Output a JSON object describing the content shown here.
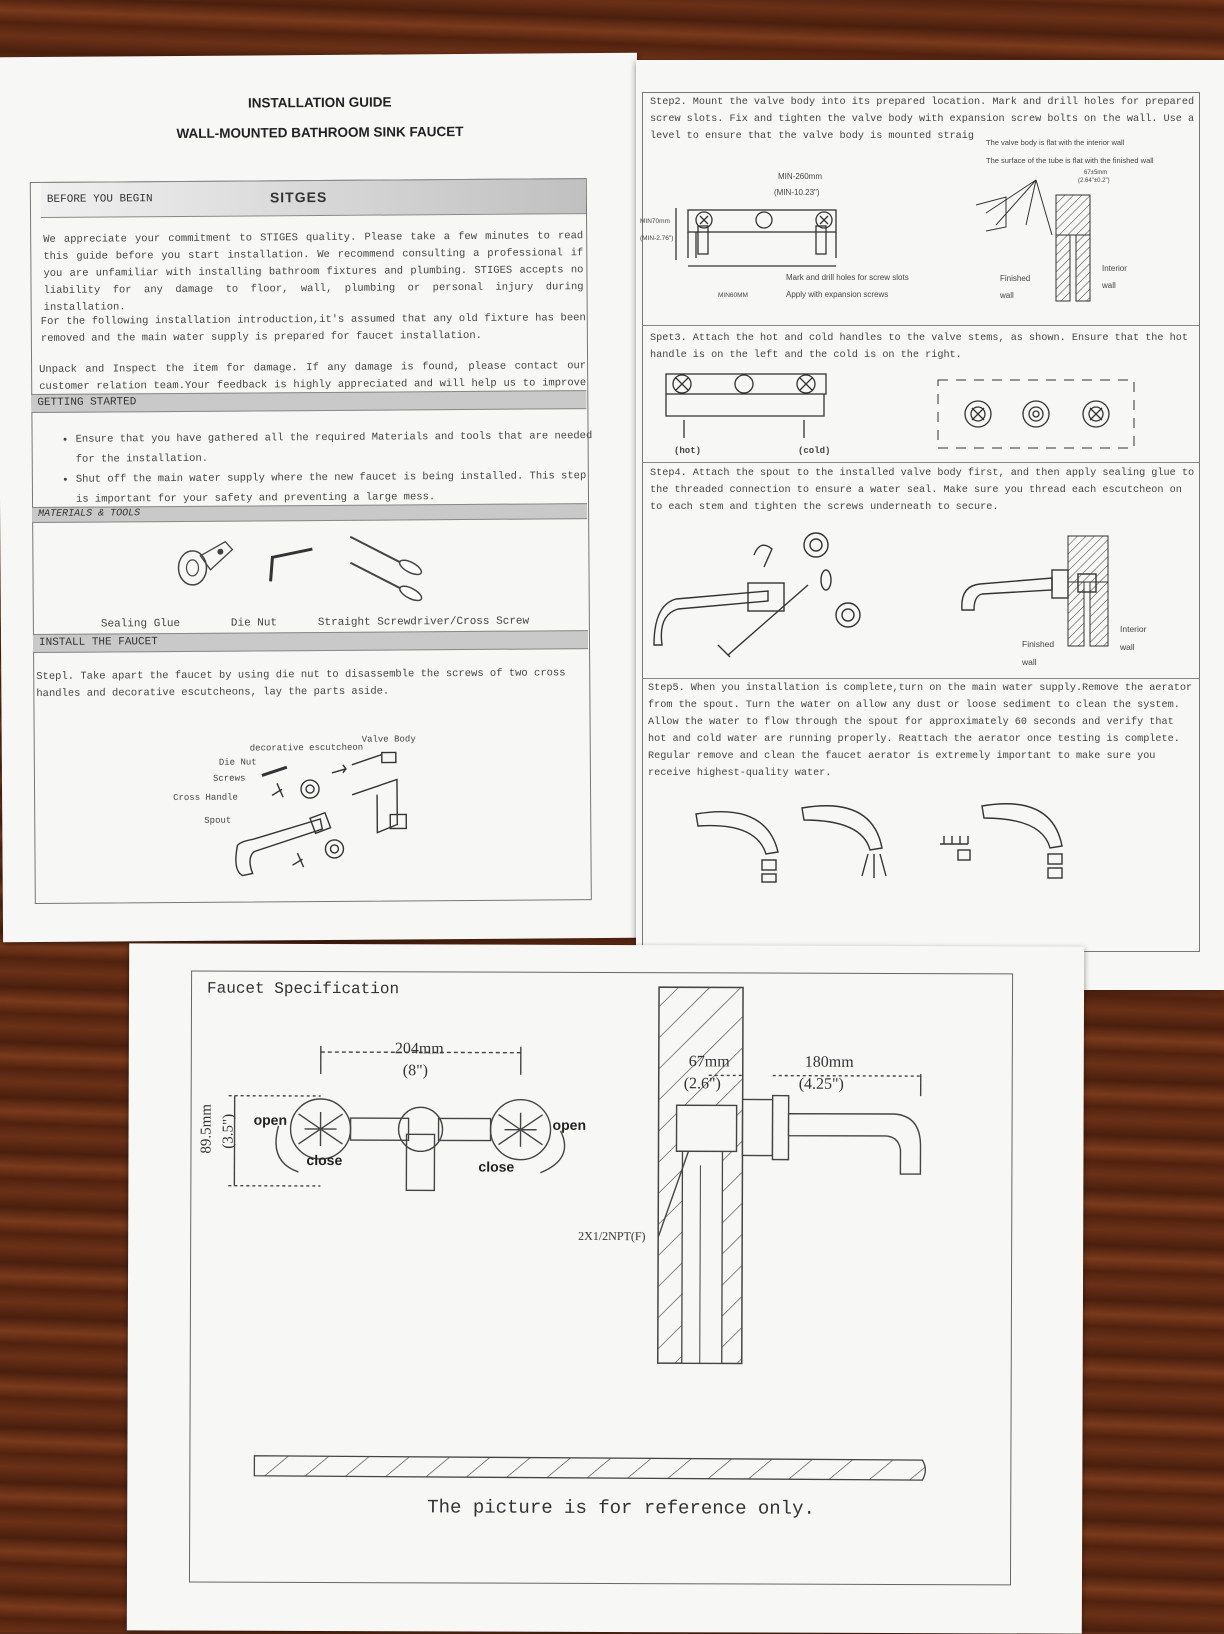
{
  "left_sheet": {
    "title": "INSTALLATION GUIDE",
    "subtitle": "WALL-MOUNTED BATHROOM SINK FAUCET",
    "brand": "SITGES",
    "before_header": "BEFORE YOU BEGIN",
    "before_p1": "We appreciate your commitment to STIGES quality. Please take a few minutes to read this guide before you start installation. We recommend consulting a professional if you are unfamiliar with installing bathroom fixtures and plumbing. STIGES accepts no liability for any damage to floor, wall, plumbing or personal injury during installation.",
    "before_p2": "For the following installation introduction,it's assumed that any old fixture has been removed and the main water supply is prepared for faucet installation.",
    "before_p3": "Unpack and Inspect the item for damage. If any damage is found, please contact our customer relation team.Your feedback is highly appreciated and will help us to improve our products.",
    "getting_header": "GETTING STARTED",
    "getting_items": [
      "Ensure that you have gathered all the required Materials and tools that are needed for the installation.",
      "Shut off the main water supply where the new faucet is being installed. This step is important for your safety and preventing a large mess."
    ],
    "materials_header": "MATERIALS & TOOLS",
    "tool_1": "Sealing Glue",
    "tool_2": "Die Nut",
    "tool_3": "Straight Screwdriver/Cross Screw",
    "install_header": "INSTALL THE FAUCET",
    "step1": "Stepl. Take apart the faucet by using die nut to disassemble the screws of two cross handles and decorative escutcheons, lay the parts aside.",
    "part_labels": {
      "escutcheon": "decorative escutcheon",
      "valve": "Valve Body",
      "dienut": "Die Nut",
      "screws": "Screws",
      "handle": "Cross Handle",
      "spout": "Spout"
    }
  },
  "right_sheet": {
    "step2": "Step2. Mount the valve body into its prepared location. Mark and drill holes for prepared screw slots. Fix and tighten the valve body with expansion screw bolts on the wall. Use a level to ensure that the valve body is mounted straig",
    "step2_note1": "The valve body is flat with the interior wall",
    "step2_note2": "The surface of the tube is flat with the finished wall",
    "step2_dims": {
      "min260": "MIN-260mm",
      "min1023": "(MIN-10.23\")",
      "min70": "MIN70mm",
      "min276": "(MIN-2.76\")",
      "min60": "MIN60MM",
      "tol1": "67±5mm",
      "tol2": "(2.64\"±0.2\")"
    },
    "step2_mark": "Mark and drill holes for screw slots",
    "step2_apply": "Apply with expansion screws",
    "finished_wall": "Finished wall",
    "interior_wall": "Interior wall",
    "step3": "Spet3. Attach the hot and cold handles to the valve stems, as shown. Ensure that the hot handle is on the left and the cold is on the right.",
    "hot": "(hot)",
    "cold": "(cold)",
    "step4": "Step4. Attach the spout to the installed valve body first, and then apply sealing glue to the threaded connection to ensure a water seal. Make sure you thread each escutcheon on to each stem and tighten the screws underneath to secure.",
    "step5": "Step5. When you installation is complete,turn on the main water supply.Remove the aerator from the spout. Turn the water on allow any dust or loose sediment to clean the system. Allow the water to flow through the spout for approximately 60 seconds and verify that hot and cold water are running properly. Reattach the aerator once testing is complete. Regular remove and clean the faucet aerator is extremely important to make sure you receive highest-quality water."
  },
  "spec_sheet": {
    "title": "Faucet Specification",
    "dim_width": "204mm",
    "dim_width_in": "(8\")",
    "dim_height": "89.5mm",
    "dim_height_in": "(3.5\")",
    "open": "open",
    "close": "close",
    "dim_depth": "67mm",
    "dim_depth_in": "(2.6\")",
    "dim_reach": "180mm",
    "dim_reach_in": "(4.25\")",
    "thread": "2X1/2NPT(F)",
    "footer": "The picture is for reference only."
  }
}
